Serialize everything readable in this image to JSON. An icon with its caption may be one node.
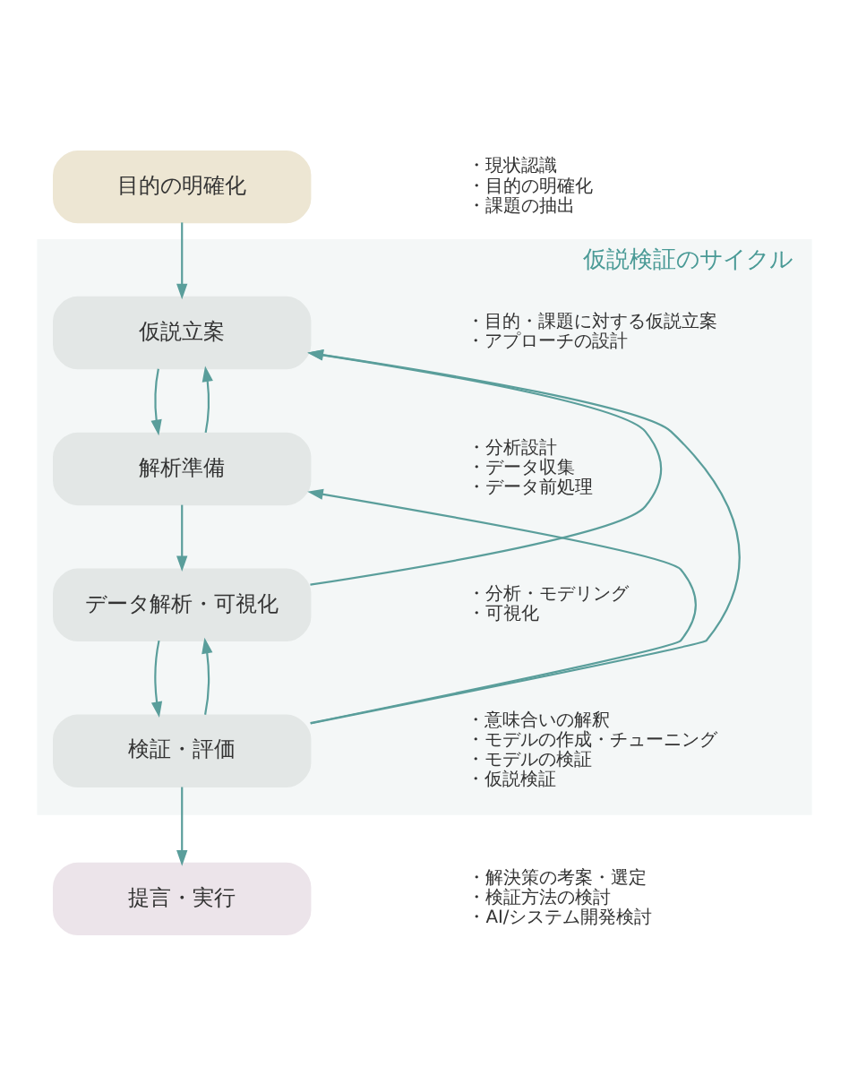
{
  "diagram": {
    "nodes": [
      {
        "text": [
          "目的の明確化"
        ],
        "beside": [
          "・現状認識",
          "・目的の明確化",
          "・課題の抽出"
        ]
      },
      {
        "text": [
          "仮説検証のサイクル"
        ]
      },
      {
        "text": [
          "仮説立案"
        ],
        "in": 1,
        "beside": [
          "・目的・課題に対する仮説立案",
          "・アプローチの設計"
        ]
      },
      {
        "text": [
          "解析準備"
        ],
        "in": 1,
        "beside": [
          "・分析設計",
          "・データ収集",
          "・データ前処理"
        ]
      },
      {
        "text": [
          "データ解析・可視化"
        ],
        "in": 1,
        "beside": [
          "・分析・モデリング",
          "・可視化"
        ]
      },
      {
        "text": [
          "検証・評価"
        ],
        "in": 1,
        "beside": [
          "・意味合いの解釈",
          "・モデルの作成・チューニング",
          "・モデルの検証",
          "・仮説検証"
        ]
      },
      {
        "text": [
          "提言・実行"
        ],
        "beside": [
          "・解決策の考案・選定",
          "・検証方法の検討",
          "・AI/システム開発検討"
        ]
      }
    ],
    "edges": [
      {
        "from": 0,
        "to": 2,
        "arrow": "to"
      },
      {
        "from": 2,
        "to": 3,
        "arrow": "to"
      },
      {
        "from": 3,
        "to": 4,
        "arrow": "to"
      },
      {
        "from": 4,
        "to": 5,
        "arrow": "to"
      },
      {
        "from": 5,
        "to": 6,
        "arrow": "to"
      },
      {
        "from": 3,
        "to": 2,
        "arrow": "to"
      },
      {
        "from": 4,
        "to": 2,
        "arrow": "to"
      },
      {
        "from": 5,
        "to": 2,
        "arrow": "to"
      },
      {
        "from": 5,
        "to": 3,
        "arrow": "to"
      },
      {
        "from": 5,
        "to": 4,
        "arrow": "to"
      }
    ]
  }
}
